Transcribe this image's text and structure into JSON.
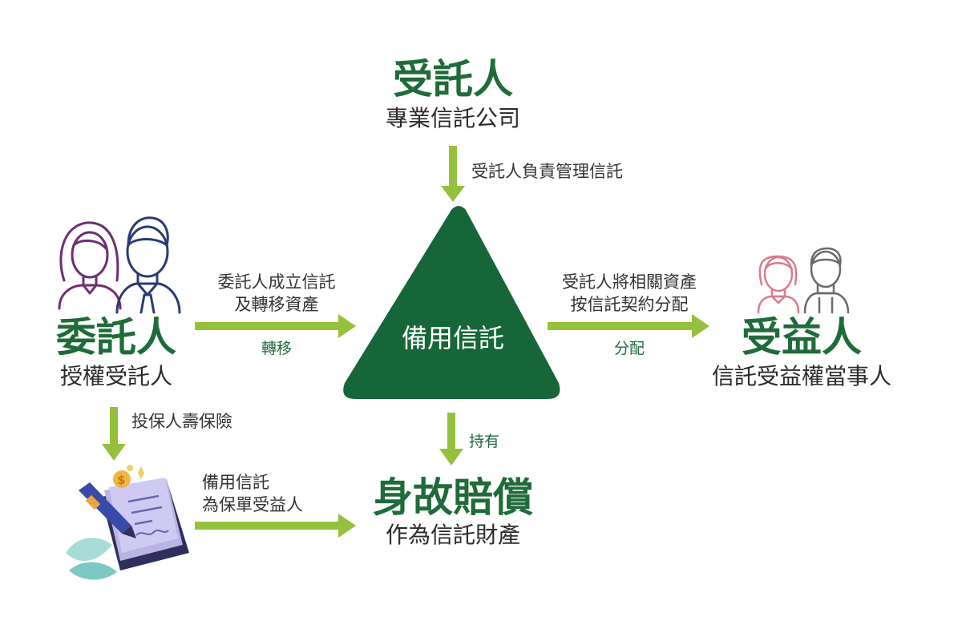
{
  "colors": {
    "dark_green": "#17663a",
    "title_green": "#1f6b3a",
    "arrow_green": "#94c13d",
    "settlor_purple": "#6e2e72",
    "settlor_navy": "#2b3a73",
    "beneficiary_pink": "#d97b8c",
    "beneficiary_gray": "#6a6a6a"
  },
  "trustee": {
    "title": "受託人",
    "subtitle": "專業信託公司"
  },
  "trustee_arrow": {
    "label": "受託人負責管理信託"
  },
  "settlor": {
    "title": "委託人",
    "subtitle": "授權受託人"
  },
  "settlor_arrow": {
    "label_line1": "委託人成立信託",
    "label_line2": "及轉移資產",
    "caption": "轉移"
  },
  "center": {
    "label": "備用信託"
  },
  "beneficiary_arrow": {
    "label_line1": "受託人將相關資產",
    "label_line2": "按信託契約分配",
    "caption": "分配"
  },
  "beneficiary": {
    "title": "受益人",
    "subtitle": "信託受益權當事人"
  },
  "insurance_arrow": {
    "label": "投保人壽保險"
  },
  "hold_arrow": {
    "label": "持有"
  },
  "policy_arrow": {
    "label_line1": "備用信託",
    "label_line2": "為保單受益人"
  },
  "death": {
    "title": "身故賠償",
    "subtitle": "作為信託財產"
  },
  "icons": {
    "settlor": "couple-icon",
    "beneficiary": "couple-icon",
    "policy": "insurance-policy-icon"
  }
}
